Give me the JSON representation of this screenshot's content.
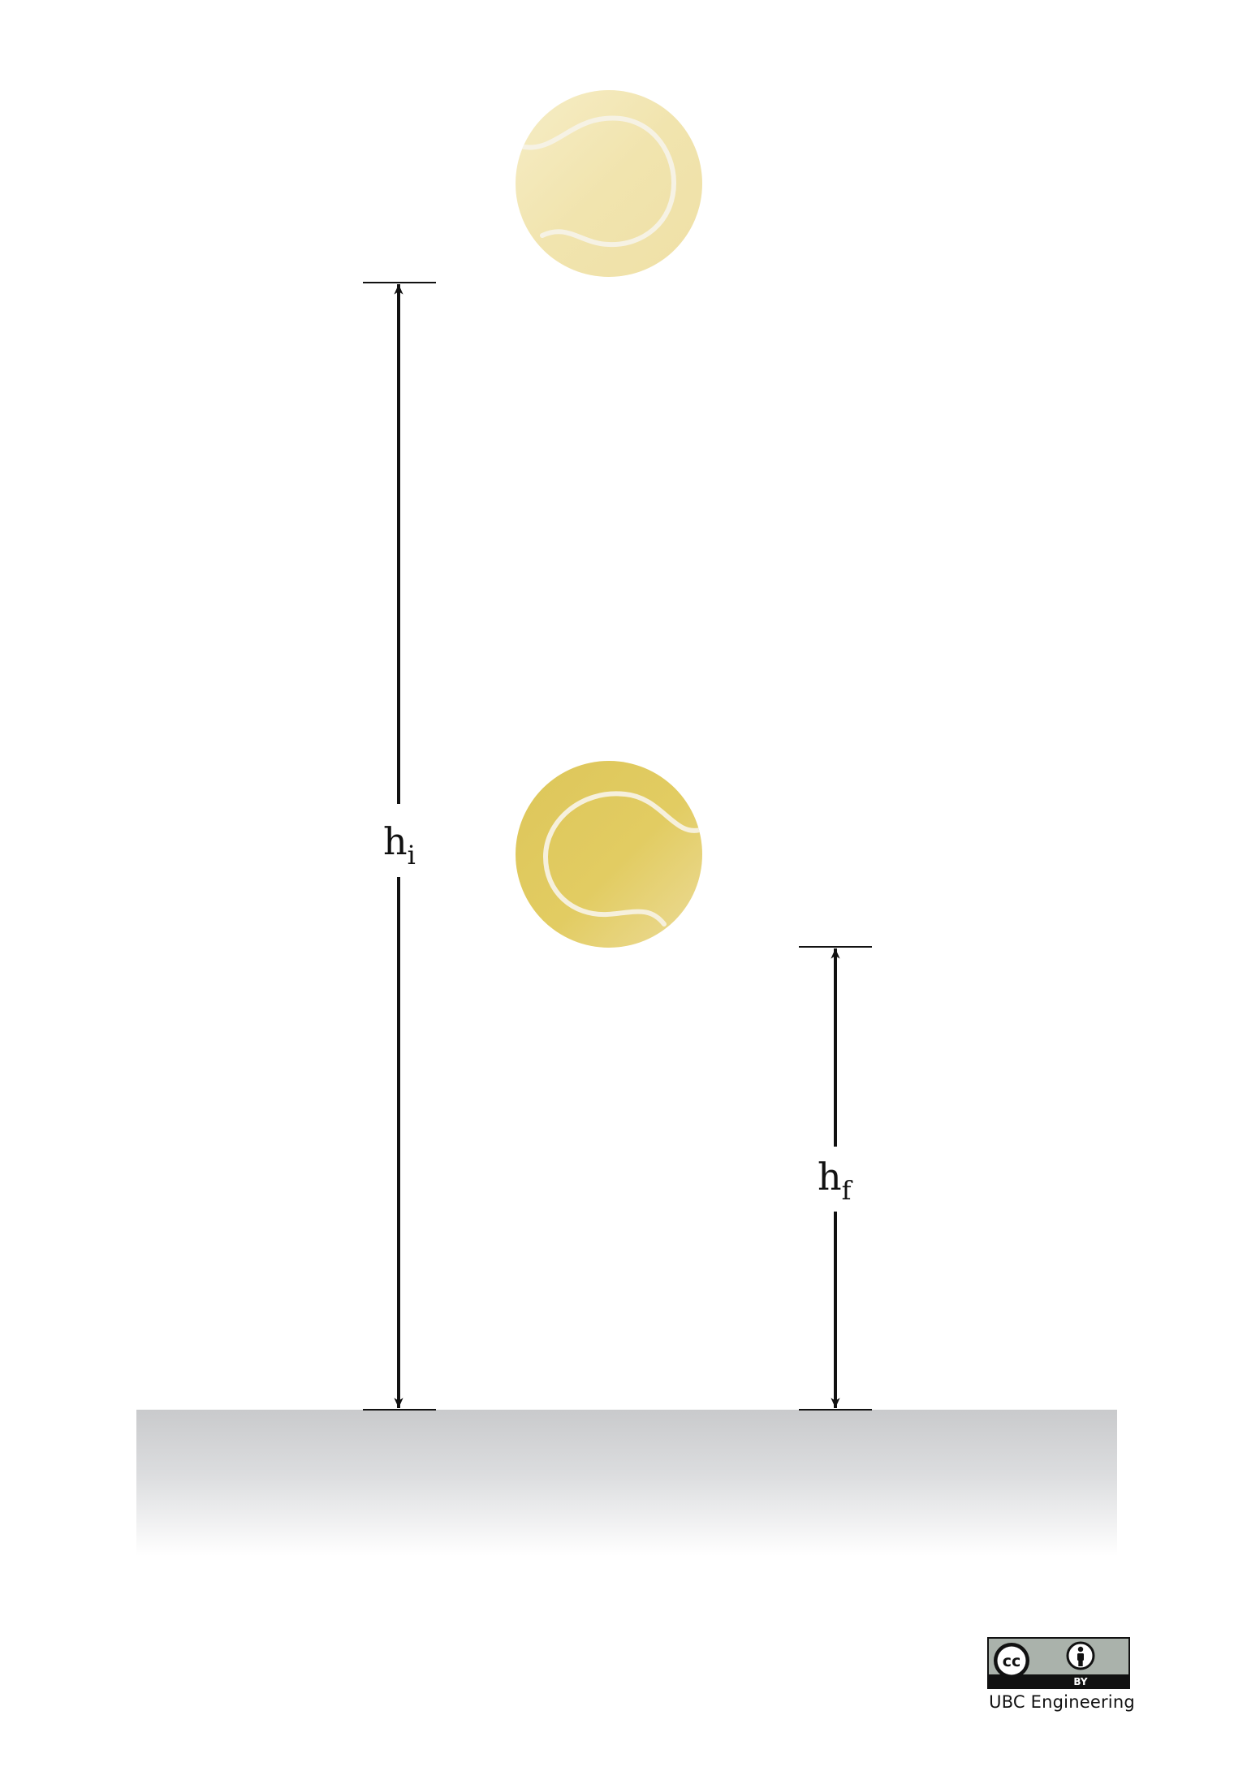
{
  "diagram": {
    "initial_height": {
      "symbol": "h",
      "subscript": "i"
    },
    "final_height": {
      "symbol": "h",
      "subscript": "f"
    },
    "ball_colors": {
      "initial_position": "#f1e5b0",
      "final_position": "#e2cd66",
      "seam": "#f4f1e6"
    },
    "ground_colors": {
      "top": "#c9cacc",
      "bottom": "#ffffff"
    }
  },
  "license": {
    "badge_label": "BY",
    "cc_label": "cc",
    "caption": "UBC Engineering",
    "colors": {
      "frame": "#111111",
      "panel": "#aab2ab"
    }
  }
}
